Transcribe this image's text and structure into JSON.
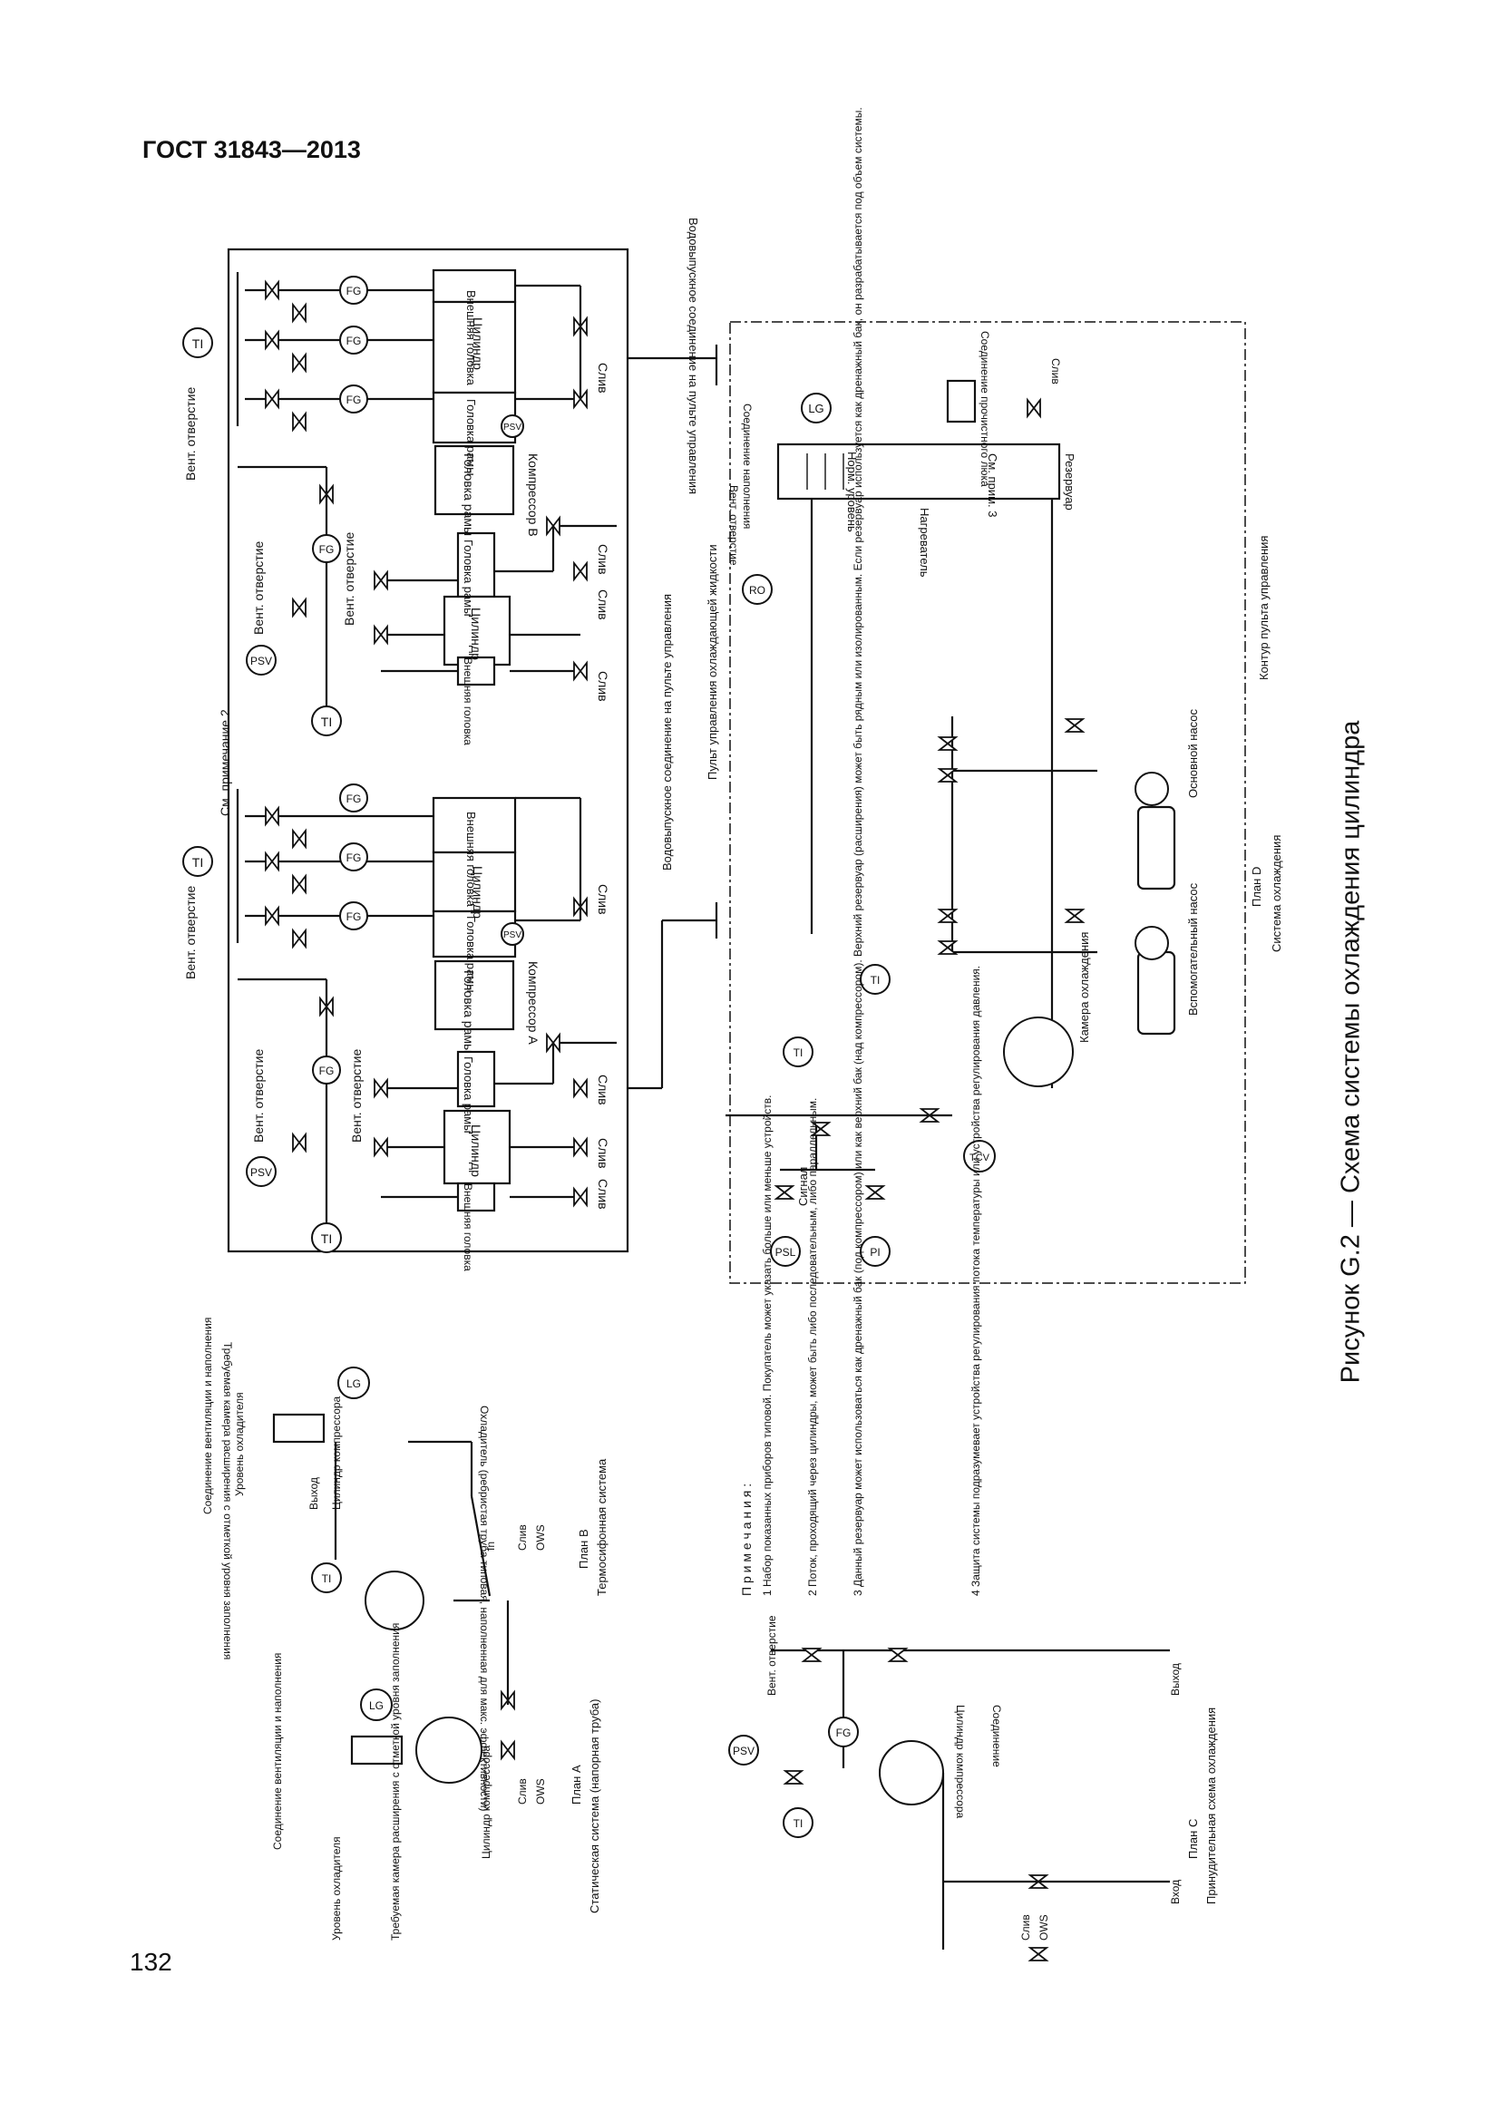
{
  "header": {
    "standard": "ГОСТ 31843—2013"
  },
  "page_number": "132",
  "figure_caption": "Рисунок G.2 — Схема системы охлаждения цилиндра",
  "instruments": [
    "TI",
    "FG",
    "PSV",
    "LG",
    "RO",
    "TCV",
    "PSL",
    "PI",
    "OWS"
  ],
  "labels": {
    "vent": "Вент. отверстие",
    "drain": "Слив",
    "outer_head": "Внешняя головка",
    "cylinder": "Цилиндр",
    "frame_head": "Головка рамы",
    "compressor_a": "Компрессор А",
    "compressor_b": "Компрессор В",
    "see_note_2": "См. примечание 2",
    "water_conn": "Водовыпускное соединение на пульте управления",
    "coolant_panel": "Пульт управления охлаждающей жидкости",
    "fill_conn": "Соединение наполнения",
    "cleanout_conn": "Соединение прочистного люка",
    "norm_level": "Норм. уровень",
    "see_note_3": "См. прим. 3",
    "reservoir": "Резервуар",
    "heater": "Нагреватель",
    "panel_contour": "Контур пульта управления",
    "main_pump": "Основной насос",
    "aux_pump": "Вспомогательный насос",
    "cooling_chamber": "Камера охлаждения",
    "signal": "Сигнал",
    "plan_d": "План D",
    "plan_d_sub": "Система охлаждения",
    "vent_fill_conn": "Соединение вентиляции и наполнения",
    "cooler_level": "Уровень охладителя",
    "expansion_chamber": "Требуемая камера расширения с отметкой уровня заполнения",
    "outlet": "Выход",
    "compressor_cyl": "Цилиндр компрессора",
    "cooler_desc": "Охладитель (ребристая труба типовая, наполненная для макс. эффективности)",
    "in": "In",
    "plan_b": "План В",
    "plan_b_sub": "Термосифонная система",
    "plan_a": "План А",
    "plan_a_sub": "Статическая система (напорная труба)",
    "inlet": "Вход",
    "connection": "Соединение",
    "plan_c": "План С",
    "plan_c_sub": "Принудительная схема охлаждения"
  },
  "notes": {
    "title": "П р и м е ч а н и я :",
    "items": [
      "1 Набор показанных приборов типовой. Покупатель может указать больше или меньше устройств.",
      "2 Поток, проходящий через цилиндры, может быть либо последовательным, либо параллельным.",
      "3 Данный резервуар может использоваться как дренажный бак (под компрессором) или как верхний бак (над компрессором). Верхний резервуар (расширения) может быть рядным или изолированным. Если резервуар используется как дренажный бак, он разрабатывается под объем системы.",
      "4 Защита системы подразумевает устройства регулирования потока температуры или устройства регулирования давления."
    ]
  }
}
